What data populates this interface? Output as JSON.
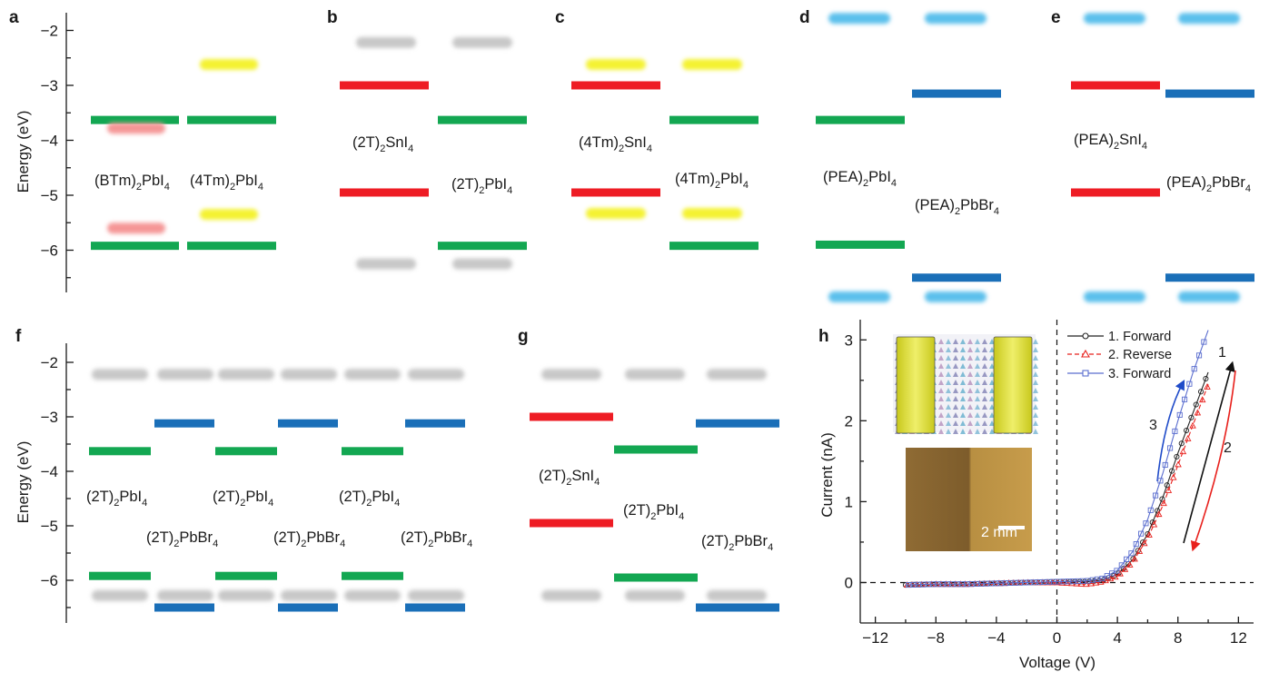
{
  "colors": {
    "red": "#ee1c24",
    "green": "#13a752",
    "blue": "#1a6fb8",
    "light_blue": "#5bc0ec",
    "yellow": "#f4f230",
    "gray": "#c8c8c8",
    "pink": "#f59696",
    "series_forward1": "#222222",
    "series_reverse": "#e8201c",
    "series_forward3": "#5b6ecf"
  },
  "top_row": {
    "energy_axis": {
      "label": "Energy (eV)",
      "ticks": [
        "−2",
        "−3",
        "−4",
        "−5",
        "−6"
      ],
      "range": [
        -6.75,
        -1.75
      ]
    },
    "panels": [
      {
        "letter": "a",
        "materials": [
          {
            "base": "(BTm)",
            "sub1": "2",
            "mid": "PbI",
            "sub2": "4"
          },
          {
            "base": "(4Tm)",
            "sub1": "2",
            "mid": "PbI",
            "sub2": "4"
          }
        ],
        "levels": [
          {
            "col": 0,
            "e": -3.63,
            "color": "green",
            "blur": false
          },
          {
            "col": 0,
            "e": -3.78,
            "color": "pink",
            "blur": true
          },
          {
            "col": 0,
            "e": -5.6,
            "color": "pink",
            "blur": true
          },
          {
            "col": 0,
            "e": -5.92,
            "color": "green",
            "blur": false
          },
          {
            "col": 1,
            "e": -2.62,
            "color": "yellow",
            "blur": true
          },
          {
            "col": 1,
            "e": -3.63,
            "color": "green",
            "blur": false
          },
          {
            "col": 1,
            "e": -5.35,
            "color": "yellow",
            "blur": true
          },
          {
            "col": 1,
            "e": -5.92,
            "color": "green",
            "blur": false
          }
        ]
      },
      {
        "letter": "b",
        "materials": [
          {
            "base": "(2T)",
            "sub1": "2",
            "mid": "SnI",
            "sub2": "4"
          },
          {
            "base": "(2T)",
            "sub1": "2",
            "mid": "PbI",
            "sub2": "4"
          }
        ],
        "levels": [
          {
            "col": 0,
            "e": -2.22,
            "color": "gray",
            "blur": true
          },
          {
            "col": 0,
            "e": -3.0,
            "color": "red",
            "blur": false
          },
          {
            "col": 0,
            "e": -4.95,
            "color": "red",
            "blur": false
          },
          {
            "col": 0,
            "e": -6.25,
            "color": "gray",
            "blur": true
          },
          {
            "col": 1,
            "e": -2.22,
            "color": "gray",
            "blur": true
          },
          {
            "col": 1,
            "e": -3.63,
            "color": "green",
            "blur": false
          },
          {
            "col": 1,
            "e": -5.92,
            "color": "green",
            "blur": false
          },
          {
            "col": 1,
            "e": -6.25,
            "color": "gray",
            "blur": true
          }
        ]
      },
      {
        "letter": "c",
        "materials": [
          {
            "base": "(4Tm)",
            "sub1": "2",
            "mid": "SnI",
            "sub2": "4"
          },
          {
            "base": "(4Tm)",
            "sub1": "2",
            "mid": "PbI",
            "sub2": "4"
          }
        ],
        "levels": [
          {
            "col": 0,
            "e": -2.62,
            "color": "yellow",
            "blur": true
          },
          {
            "col": 0,
            "e": -3.0,
            "color": "red",
            "blur": false
          },
          {
            "col": 0,
            "e": -4.95,
            "color": "red",
            "blur": false
          },
          {
            "col": 0,
            "e": -5.33,
            "color": "yellow",
            "blur": true
          },
          {
            "col": 1,
            "e": -2.62,
            "color": "yellow",
            "blur": true
          },
          {
            "col": 1,
            "e": -3.63,
            "color": "green",
            "blur": false
          },
          {
            "col": 1,
            "e": -5.33,
            "color": "yellow",
            "blur": true
          },
          {
            "col": 1,
            "e": -5.92,
            "color": "green",
            "blur": false
          }
        ]
      },
      {
        "letter": "d",
        "materials": [
          {
            "base": "(PEA)",
            "sub1": "2",
            "mid": "PbI",
            "sub2": "4"
          },
          {
            "base": "(PEA)",
            "sub1": "2",
            "mid": "PbBr",
            "sub2": "4"
          }
        ],
        "levels": [
          {
            "col": 0,
            "e": -1.78,
            "color": "light_blue",
            "blur": true
          },
          {
            "col": 0,
            "e": -3.63,
            "color": "green",
            "blur": false
          },
          {
            "col": 0,
            "e": -5.9,
            "color": "green",
            "blur": false
          },
          {
            "col": 0,
            "e": -6.85,
            "color": "light_blue",
            "blur": true
          },
          {
            "col": 1,
            "e": -1.78,
            "color": "light_blue",
            "blur": true
          },
          {
            "col": 1,
            "e": -3.15,
            "color": "blue",
            "blur": false
          },
          {
            "col": 1,
            "e": -6.5,
            "color": "blue",
            "blur": false
          },
          {
            "col": 1,
            "e": -6.85,
            "color": "light_blue",
            "blur": true
          }
        ]
      },
      {
        "letter": "e",
        "materials": [
          {
            "base": "(PEA)",
            "sub1": "2",
            "mid": "SnI",
            "sub2": "4"
          },
          {
            "base": "(PEA)",
            "sub1": "2",
            "mid": "PbBr",
            "sub2": "4"
          }
        ],
        "levels": [
          {
            "col": 0,
            "e": -1.78,
            "color": "light_blue",
            "blur": true
          },
          {
            "col": 0,
            "e": -3.0,
            "color": "red",
            "blur": false
          },
          {
            "col": 0,
            "e": -4.95,
            "color": "red",
            "blur": false
          },
          {
            "col": 0,
            "e": -6.85,
            "color": "light_blue",
            "blur": true
          },
          {
            "col": 1,
            "e": -1.78,
            "color": "light_blue",
            "blur": true
          },
          {
            "col": 1,
            "e": -3.15,
            "color": "blue",
            "blur": false
          },
          {
            "col": 1,
            "e": -6.5,
            "color": "blue",
            "blur": false
          },
          {
            "col": 1,
            "e": -6.85,
            "color": "light_blue",
            "blur": true
          }
        ]
      }
    ]
  },
  "bottom_row": {
    "energy_axis": {
      "label": "Energy (eV)",
      "ticks": [
        "−2",
        "−3",
        "−4",
        "−5",
        "−6"
      ],
      "range": [
        -6.75,
        -1.75
      ]
    },
    "panel_f": {
      "letter": "f",
      "pbi_label": {
        "base": "(2T)",
        "sub1": "2",
        "mid": "PbI",
        "sub2": "4"
      },
      "pbbr_label": {
        "base": "(2T)",
        "sub1": "2",
        "mid": "PbBr",
        "sub2": "4"
      },
      "pairs": 3,
      "pbi_levels": {
        "cbm": -3.63,
        "vbm": -5.92,
        "upper_gray": -2.22,
        "lower_gray": -6.28
      },
      "pbbr_levels": {
        "cbm": -3.12,
        "vbm": -6.5,
        "upper_gray": -2.22,
        "lower_gray": -6.28
      }
    },
    "panel_g": {
      "letter": "g",
      "materials": [
        {
          "base": "(2T)",
          "sub1": "2",
          "mid": "SnI",
          "sub2": "4"
        },
        {
          "base": "(2T)",
          "sub1": "2",
          "mid": "PbI",
          "sub2": "4"
        },
        {
          "base": "(2T)",
          "sub1": "2",
          "mid": "PbBr",
          "sub2": "4"
        }
      ],
      "levels": [
        {
          "col": 0,
          "e": -2.22,
          "color": "gray",
          "blur": true
        },
        {
          "col": 0,
          "e": -3.0,
          "color": "red",
          "blur": false
        },
        {
          "col": 0,
          "e": -4.95,
          "color": "red",
          "blur": false
        },
        {
          "col": 0,
          "e": -6.28,
          "color": "gray",
          "blur": true
        },
        {
          "col": 1,
          "e": -2.22,
          "color": "gray",
          "blur": true
        },
        {
          "col": 1,
          "e": -3.6,
          "color": "green",
          "blur": false
        },
        {
          "col": 1,
          "e": -5.95,
          "color": "green",
          "blur": false
        },
        {
          "col": 1,
          "e": -6.28,
          "color": "gray",
          "blur": true
        },
        {
          "col": 2,
          "e": -2.22,
          "color": "gray",
          "blur": true
        },
        {
          "col": 2,
          "e": -3.12,
          "color": "blue",
          "blur": false
        },
        {
          "col": 2,
          "e": -6.28,
          "color": "gray",
          "blur": true
        },
        {
          "col": 2,
          "e": -6.5,
          "color": "blue",
          "blur": false
        }
      ]
    }
  },
  "panel_h": {
    "letter": "h",
    "inset_scale_text": "2 mm",
    "arrow_labels": [
      "1",
      "2",
      "3"
    ],
    "chart_data": {
      "type": "line",
      "xlabel": "Voltage (V)",
      "ylabel": "Current (nA)",
      "xlim": [
        -13,
        13
      ],
      "ylim": [
        -0.5,
        3.25
      ],
      "xticks": [
        "−12",
        "−8",
        "−4",
        "0",
        "4",
        "8",
        "12"
      ],
      "yticks": [
        "0",
        "1",
        "2",
        "3"
      ],
      "legend_placement": "top-right",
      "series": [
        {
          "name": "1. Forward",
          "marker": "circle",
          "x": [
            -10,
            -8,
            -6,
            -4,
            -2,
            0,
            2,
            3,
            4,
            5,
            6,
            7,
            8,
            9,
            10
          ],
          "y": [
            -0.03,
            -0.02,
            -0.02,
            -0.01,
            0.0,
            0.01,
            0.01,
            0.03,
            0.1,
            0.28,
            0.6,
            1.05,
            1.6,
            2.1,
            2.6
          ]
        },
        {
          "name": "2. Reverse",
          "marker": "triangle",
          "x": [
            10,
            9,
            8,
            7,
            6,
            5,
            4,
            3,
            2,
            0,
            -2,
            -4,
            -6,
            -8,
            -10
          ],
          "y": [
            2.45,
            1.95,
            1.45,
            0.95,
            0.55,
            0.25,
            0.08,
            0.01,
            -0.02,
            0.0,
            0.0,
            -0.01,
            -0.02,
            -0.02,
            -0.03
          ]
        },
        {
          "name": "3. Forward",
          "marker": "square",
          "x": [
            -10,
            -8,
            -6,
            -4,
            -2,
            0,
            2,
            3,
            4,
            5,
            6,
            7,
            8,
            9,
            10
          ],
          "y": [
            -0.03,
            -0.02,
            -0.02,
            -0.01,
            0.0,
            0.01,
            0.02,
            0.05,
            0.15,
            0.38,
            0.78,
            1.35,
            2.0,
            2.6,
            3.12
          ]
        }
      ]
    }
  }
}
